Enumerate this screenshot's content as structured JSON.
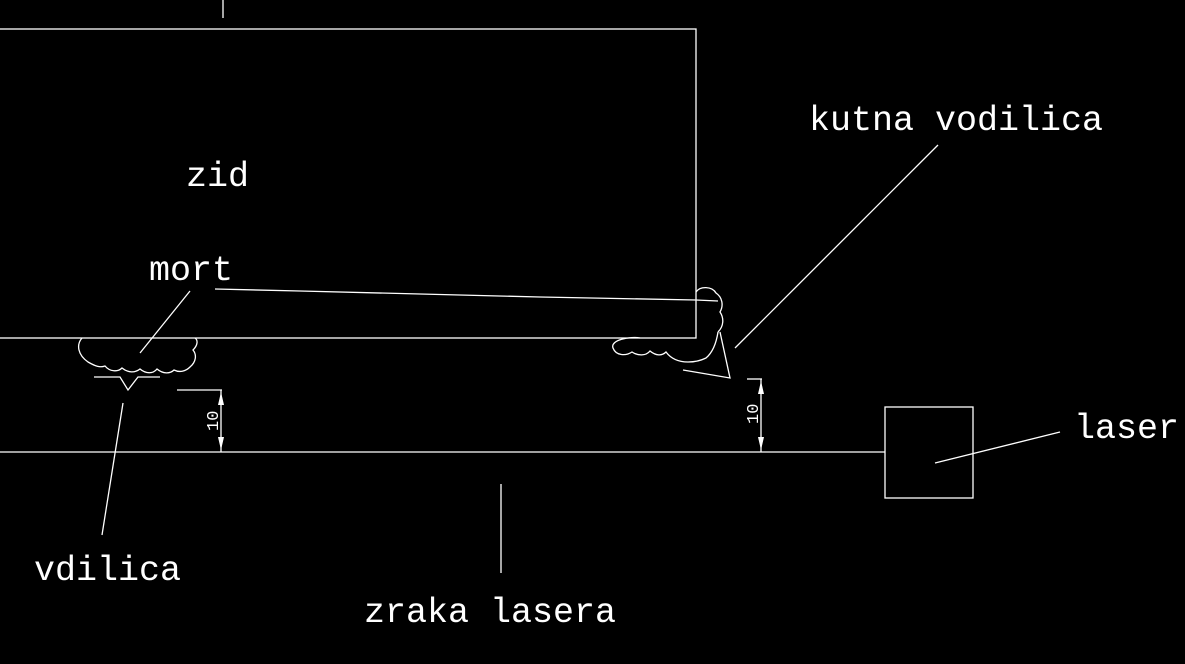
{
  "labels": {
    "wall": "zid",
    "mortar": "mort",
    "corner_guide": "kutna vodilica",
    "laser": "laser",
    "guide": "vdilica",
    "laser_beam": "zraka lasera"
  },
  "dimensions": {
    "left_offset": "10",
    "right_offset": "10"
  },
  "colors": {
    "background": "#000000",
    "lines": "#ffffff"
  }
}
